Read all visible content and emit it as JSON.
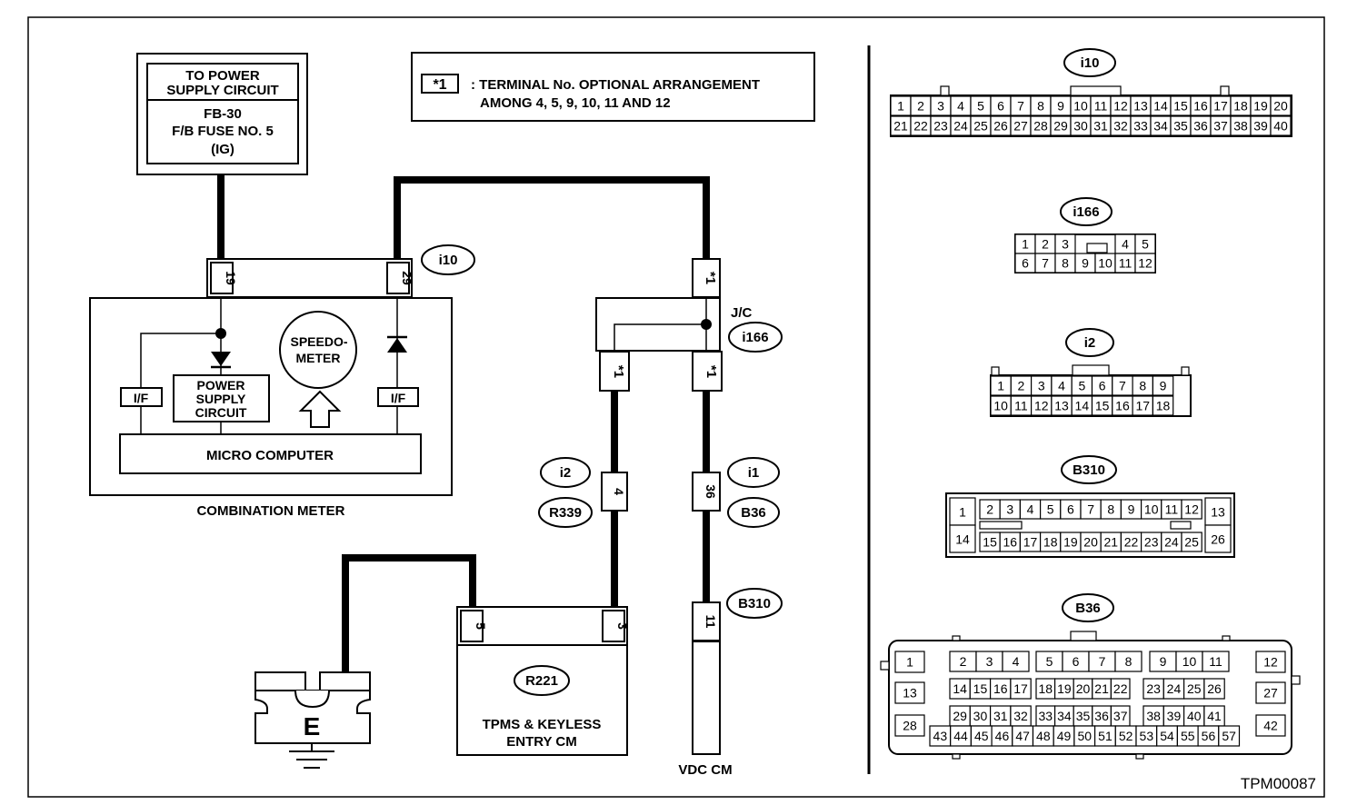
{
  "figure_id": "TPM00087",
  "note": {
    "symbol": "*1",
    "line1": ": TERMINAL No. OPTIONAL ARRANGEMENT",
    "line2": "AMONG 4, 5, 9, 10, 11 AND 12"
  },
  "power_supply": {
    "line1": "TO POWER",
    "line2": "SUPPLY CIRCUIT",
    "line3": "FB-30",
    "line4": "F/B FUSE NO. 5",
    "line5": "(IG)"
  },
  "combination_meter": {
    "label": "COMBINATION METER",
    "connector": "i10",
    "pin_left": "19",
    "pin_right": "29",
    "if_label": "I/F",
    "power_supply_line1": "POWER",
    "power_supply_line2": "SUPPLY",
    "power_supply_line3": "CIRCUIT",
    "speedo_line1": "SPEEDO-",
    "speedo_line2": "METER",
    "micro_computer": "MICRO COMPUTER"
  },
  "joint": {
    "label": "J/C",
    "connector": "i166",
    "pin": "*1"
  },
  "wire_connectors": {
    "left_top": "i2",
    "left_bottom": "R339",
    "left_pin": "4",
    "right_top": "i1",
    "right_bottom": "B36",
    "right_pin": "36",
    "vdc_connector": "B310",
    "vdc_pin": "11"
  },
  "tpms": {
    "connector": "R221",
    "line1": "TPMS & KEYLESS",
    "line2": "ENTRY CM",
    "pin_left": "5",
    "pin_right": "3"
  },
  "vdc": {
    "label": "VDC CM"
  },
  "ground": {
    "label": "E"
  },
  "connector_views": {
    "i10": {
      "name": "i10",
      "row1": [
        "1",
        "2",
        "3",
        "4",
        "5",
        "6",
        "7",
        "8",
        "9",
        "10",
        "11",
        "12",
        "13",
        "14",
        "15",
        "16",
        "17",
        "18",
        "19",
        "20"
      ],
      "row2": [
        "21",
        "22",
        "23",
        "24",
        "25",
        "26",
        "27",
        "28",
        "29",
        "30",
        "31",
        "32",
        "33",
        "34",
        "35",
        "36",
        "37",
        "38",
        "39",
        "40"
      ]
    },
    "i166": {
      "name": "i166",
      "row1": [
        "1",
        "2",
        "3",
        "4",
        "5"
      ],
      "row2": [
        "6",
        "7",
        "8",
        "9",
        "10",
        "11",
        "12"
      ]
    },
    "i2": {
      "name": "i2",
      "row1": [
        "1",
        "2",
        "3",
        "4",
        "5",
        "6",
        "7",
        "8",
        "9"
      ],
      "row2": [
        "10",
        "11",
        "12",
        "13",
        "14",
        "15",
        "16",
        "17",
        "18"
      ]
    },
    "B310": {
      "name": "B310",
      "left": [
        "1",
        "14"
      ],
      "row1": [
        "2",
        "3",
        "4",
        "5",
        "6",
        "7",
        "8",
        "9",
        "10",
        "11",
        "12"
      ],
      "row2": [
        "15",
        "16",
        "17",
        "18",
        "19",
        "20",
        "21",
        "22",
        "23",
        "24",
        "25"
      ],
      "right": [
        "13",
        "26"
      ]
    },
    "B36": {
      "name": "B36",
      "left": [
        "1",
        "13",
        "28"
      ],
      "g1r1": [
        "2",
        "3",
        "4"
      ],
      "g2r1": [
        "5",
        "6",
        "7",
        "8"
      ],
      "g3r1": [
        "9",
        "10",
        "11"
      ],
      "g1r2": [
        "14",
        "15",
        "16",
        "17"
      ],
      "g2r2": [
        "18",
        "19",
        "20",
        "21",
        "22"
      ],
      "g3r2": [
        "23",
        "24",
        "25",
        "26"
      ],
      "g1r3": [
        "29",
        "30",
        "31",
        "32"
      ],
      "g2r3": [
        "33",
        "34",
        "35",
        "36",
        "37"
      ],
      "g3r3": [
        "38",
        "39",
        "40",
        "41"
      ],
      "row4": [
        "43",
        "44",
        "45",
        "46",
        "47",
        "48",
        "49",
        "50",
        "51",
        "52",
        "53",
        "54",
        "55",
        "56",
        "57"
      ],
      "right": [
        "12",
        "27",
        "42"
      ]
    }
  }
}
